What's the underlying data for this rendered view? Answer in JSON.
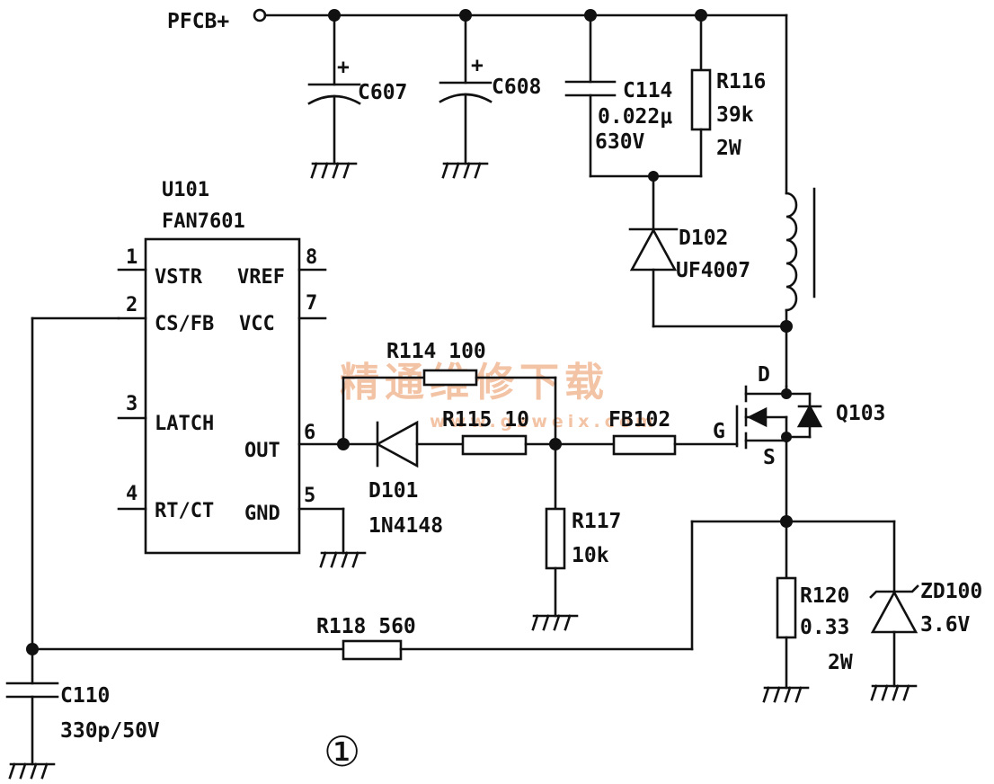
{
  "net": {
    "pfc_b_plus": "PFCB+"
  },
  "ic": {
    "designator": "U101",
    "part": "FAN7601",
    "pins": [
      {
        "num": "1",
        "name": "VSTR"
      },
      {
        "num": "2",
        "name": "CS/FB"
      },
      {
        "num": "3",
        "name": "LATCH"
      },
      {
        "num": "4",
        "name": "RT/CT"
      },
      {
        "num": "5",
        "name": "GND"
      },
      {
        "num": "6",
        "name": "OUT"
      },
      {
        "num": "7",
        "name": "VCC"
      },
      {
        "num": "8",
        "name": "VREF"
      }
    ]
  },
  "components": {
    "c607": {
      "ref": "C607"
    },
    "c608": {
      "ref": "C608"
    },
    "c114": {
      "ref": "C114",
      "value": "0.022μ",
      "rating": "630V"
    },
    "r116": {
      "ref": "R116",
      "value": "39k",
      "rating": "2W"
    },
    "d102": {
      "ref": "D102",
      "part": "UF4007"
    },
    "r114": {
      "label": "R114 100"
    },
    "r115": {
      "label": "R115 10"
    },
    "fb102": {
      "ref": "FB102"
    },
    "d101": {
      "ref": "D101",
      "part": "1N4148"
    },
    "r117": {
      "ref": "R117",
      "value": "10k"
    },
    "q103": {
      "ref": "Q103",
      "drain": "D",
      "gate": "G",
      "source": "S"
    },
    "r118": {
      "label": "R118 560"
    },
    "r120": {
      "ref": "R120",
      "value": "0.33",
      "rating": "2W"
    },
    "zd100": {
      "ref": "ZD100",
      "value": "3.6V"
    },
    "c110": {
      "ref": "C110",
      "value": "330p/50V"
    }
  },
  "polarity_mark": "+",
  "figure_number": "①",
  "watermark": {
    "cn": "精通维修下载",
    "url": "www.gzweix.com"
  }
}
